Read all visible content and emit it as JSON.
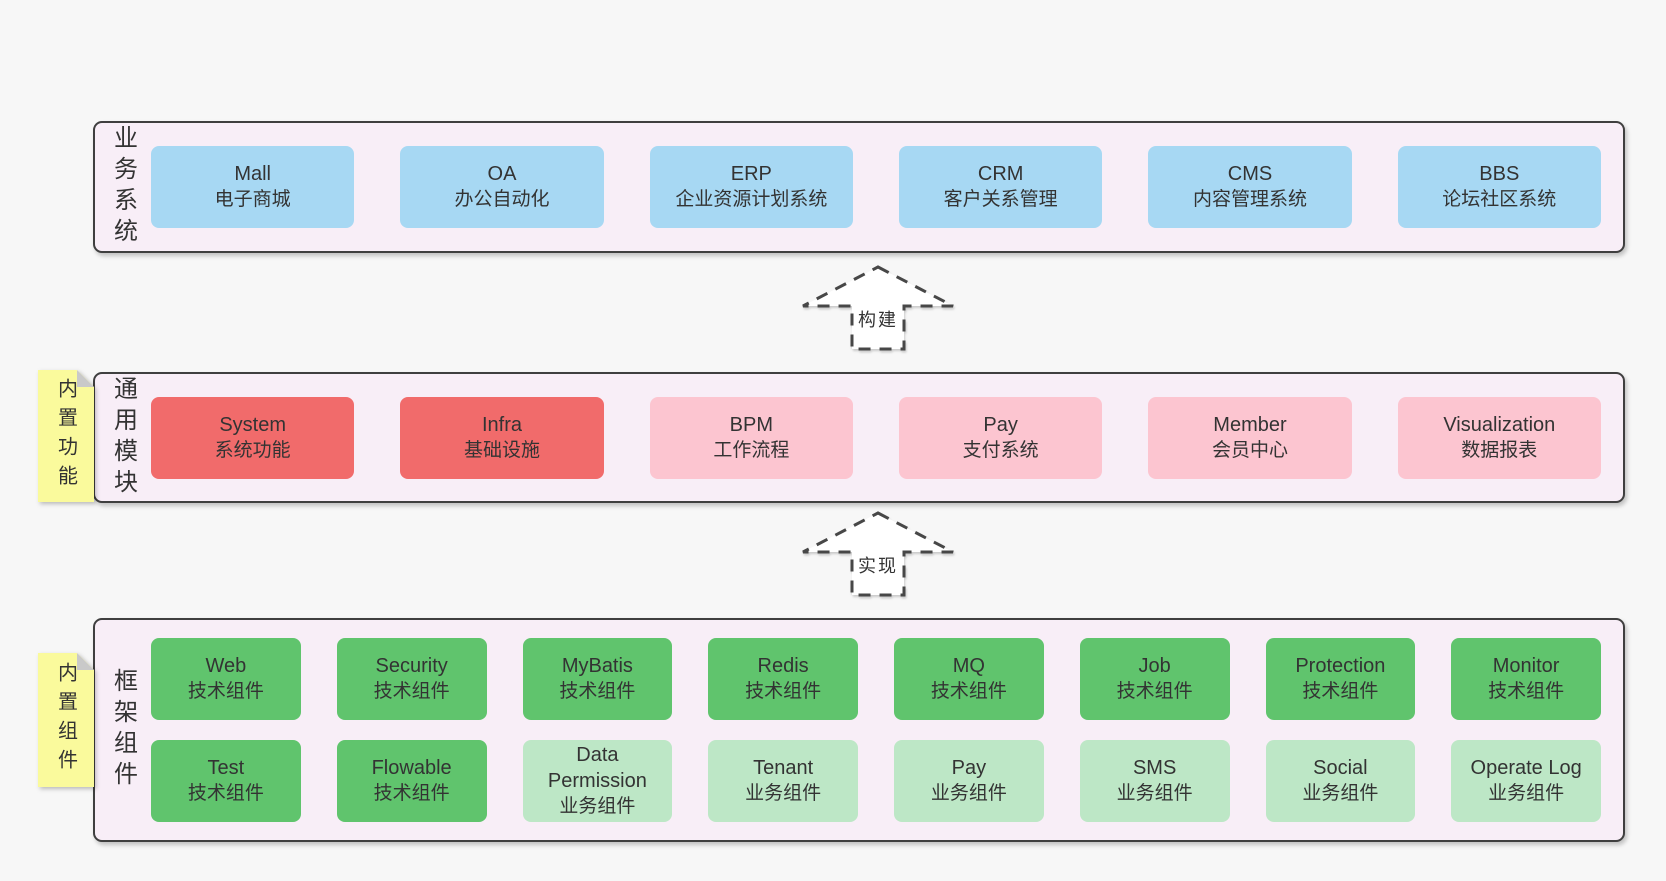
{
  "colors": {
    "page_background": "#f7f7f7",
    "band_fill": "#f8eef7",
    "band_border": "#3f3f3f",
    "box_blue": "#a7d8f3",
    "box_red": "#f16b6b",
    "box_pink": "#fcc5d0",
    "box_green": "#60c46d",
    "box_green_light": "#bde7c6",
    "sticky_yellow": "#fafa9c",
    "sticky_fold_gray": "#c9c9c9",
    "text": "#333333"
  },
  "arrows": [
    {
      "label": "构建"
    },
    {
      "label": "实现"
    }
  ],
  "stickies": [
    {
      "label": "内置功能"
    },
    {
      "label": "内置组件"
    }
  ],
  "bands": [
    {
      "label": "业务系统",
      "boxes": [
        {
          "name": "Mall",
          "desc": "电子商城",
          "variant": "blue"
        },
        {
          "name": "OA",
          "desc": "办公自动化",
          "variant": "blue"
        },
        {
          "name": "ERP",
          "desc": "企业资源计划系统",
          "variant": "blue"
        },
        {
          "name": "CRM",
          "desc": "客户关系管理",
          "variant": "blue"
        },
        {
          "name": "CMS",
          "desc": "内容管理系统",
          "variant": "blue"
        },
        {
          "name": "BBS",
          "desc": "论坛社区系统",
          "variant": "blue"
        }
      ]
    },
    {
      "label": "通用模块",
      "boxes": [
        {
          "name": "System",
          "desc": "系统功能",
          "variant": "red"
        },
        {
          "name": "Infra",
          "desc": "基础设施",
          "variant": "red"
        },
        {
          "name": "BPM",
          "desc": "工作流程",
          "variant": "pink"
        },
        {
          "name": "Pay",
          "desc": "支付系统",
          "variant": "pink"
        },
        {
          "name": "Member",
          "desc": "会员中心",
          "variant": "pink"
        },
        {
          "name": "Visualization",
          "desc": "数据报表",
          "variant": "pink"
        }
      ]
    },
    {
      "label": "框架组件",
      "rows": [
        [
          {
            "name": "Web",
            "desc": "技术组件",
            "variant": "green"
          },
          {
            "name": "Security",
            "desc": "技术组件",
            "variant": "green"
          },
          {
            "name": "MyBatis",
            "desc": "技术组件",
            "variant": "green"
          },
          {
            "name": "Redis",
            "desc": "技术组件",
            "variant": "green"
          },
          {
            "name": "MQ",
            "desc": "技术组件",
            "variant": "green"
          },
          {
            "name": "Job",
            "desc": "技术组件",
            "variant": "green"
          },
          {
            "name": "Protection",
            "desc": "技术组件",
            "variant": "green"
          },
          {
            "name": "Monitor",
            "desc": "技术组件",
            "variant": "green"
          }
        ],
        [
          {
            "name": "Test",
            "desc": "技术组件",
            "variant": "green"
          },
          {
            "name": "Flowable",
            "desc": "技术组件",
            "variant": "green"
          },
          {
            "name": "Data Permission",
            "desc": "业务组件",
            "variant": "green-light"
          },
          {
            "name": "Tenant",
            "desc": "业务组件",
            "variant": "green-light"
          },
          {
            "name": "Pay",
            "desc": "业务组件",
            "variant": "green-light"
          },
          {
            "name": "SMS",
            "desc": "业务组件",
            "variant": "green-light"
          },
          {
            "name": "Social",
            "desc": "业务组件",
            "variant": "green-light"
          },
          {
            "name": "Operate Log",
            "desc": "业务组件",
            "variant": "green-light"
          }
        ]
      ]
    }
  ]
}
